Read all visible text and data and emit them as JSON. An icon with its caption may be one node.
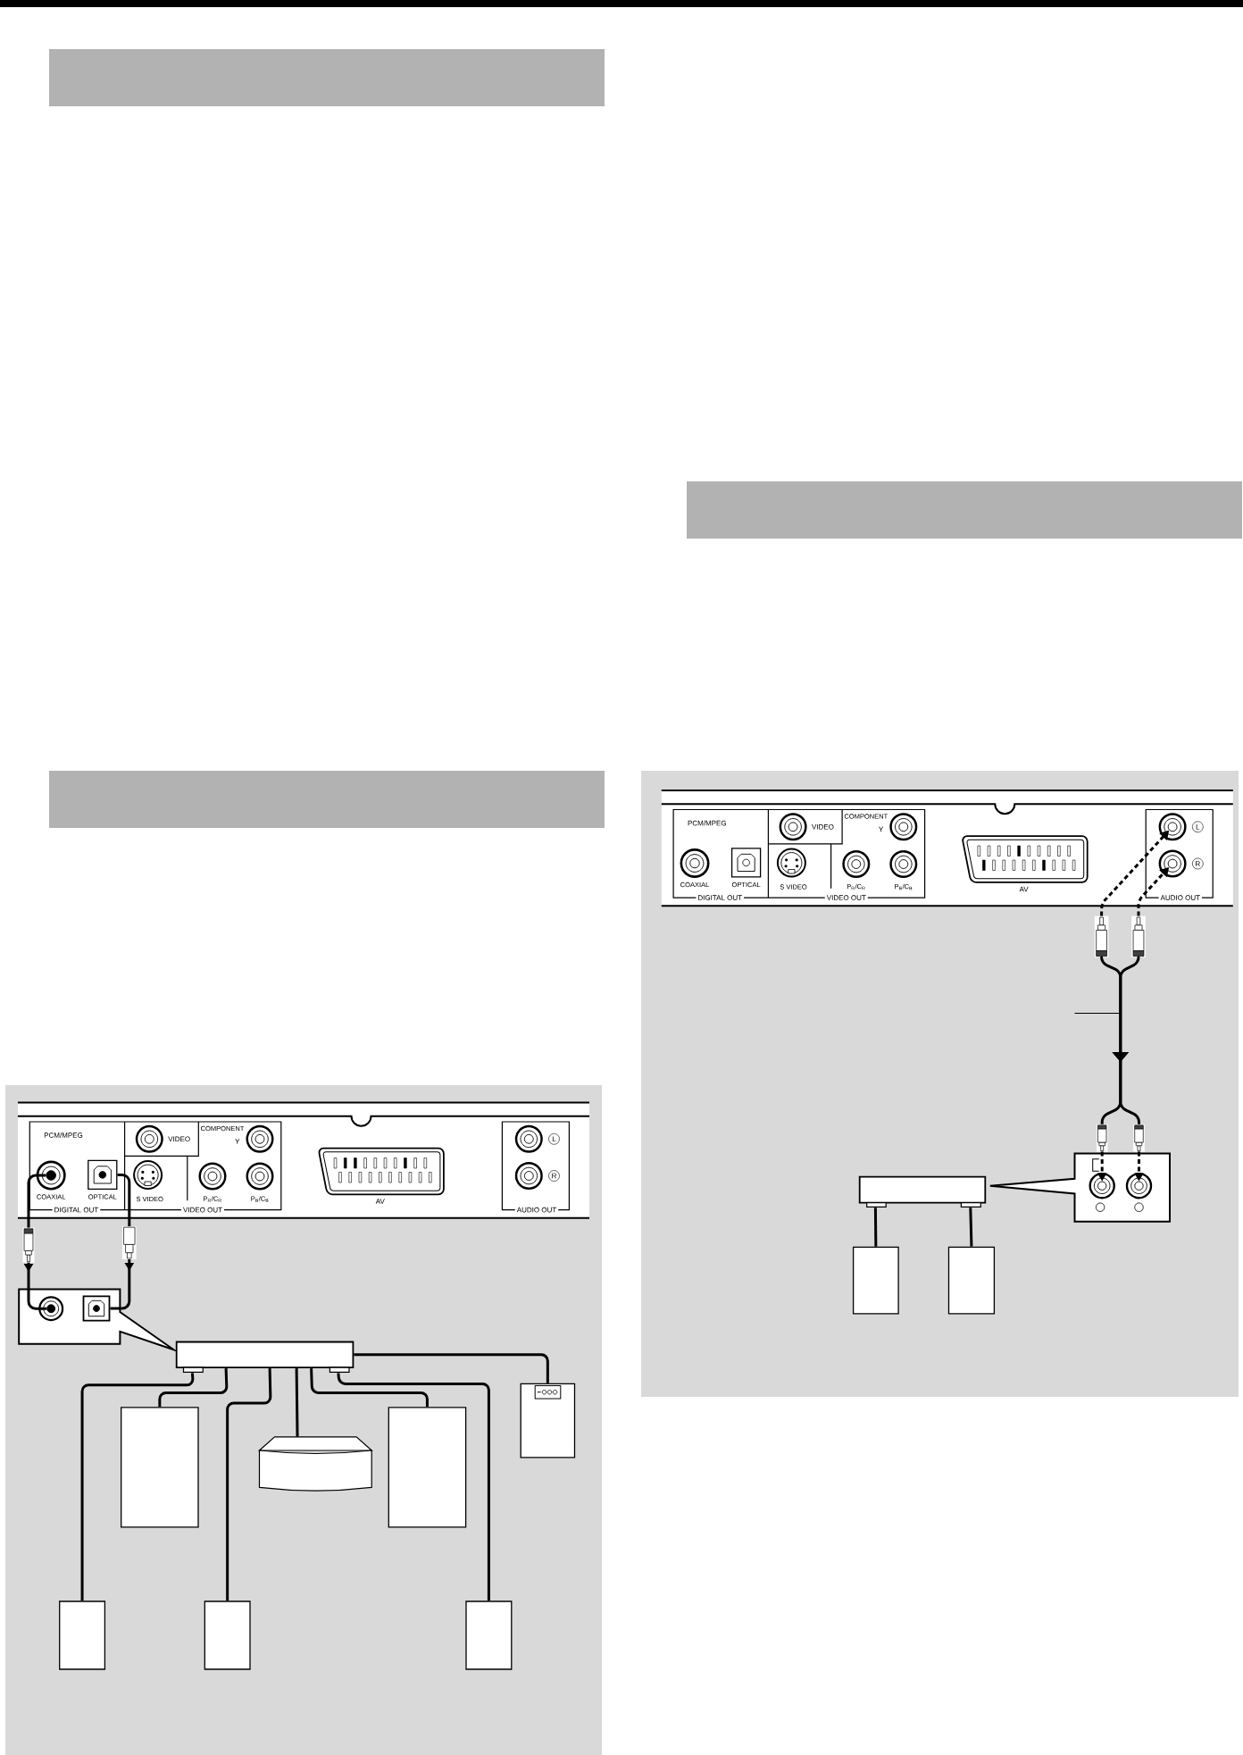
{
  "diagram": {
    "nodes": [
      {
        "text": [],
        "shape": "bar"
      },
      {
        "text": [],
        "shape": "bar"
      },
      {
        "text": [],
        "shape": "circle",
        "beside": [
          "VIDEO"
        ]
      },
      {
        "text": [],
        "shape": "circle",
        "beside": [
          "Y"
        ]
      },
      {
        "text": [],
        "shape": "circle",
        "beside": [
          "L"
        ]
      },
      {
        "text": [],
        "shape": "circle",
        "beside": [
          "COAXIAL"
        ]
      },
      {
        "text": [],
        "shape": "box",
        "beside": [
          "OPTICAL"
        ]
      },
      {
        "text": [],
        "shape": "circle",
        "beside": [
          "S VIDEO"
        ]
      },
      {
        "text": [],
        "shape": "circle",
        "beside": [
          "P$_{R}$/C$_{R}$"
        ]
      },
      {
        "text": [],
        "shape": "circle",
        "beside": [
          "P$_{B}$/C$_{B}$"
        ]
      },
      {
        "text": [],
        "shape": "connector",
        "beside": [
          "AV"
        ]
      },
      {
        "text": [],
        "shape": "circle",
        "beside": [
          "R"
        ]
      },
      {
        "text": [],
        "shape": "box"
      },
      {
        "text": [],
        "shape": "circle",
        "in": 12
      },
      {
        "text": [],
        "shape": "box",
        "in": 12
      },
      {
        "text": [],
        "shape": "box"
      },
      {
        "text": [],
        "shape": "box"
      },
      {
        "text": [],
        "shape": "box"
      },
      {
        "text": [],
        "shape": "box"
      },
      {
        "text": [],
        "shape": "box"
      },
      {
        "text": [],
        "shape": "box"
      },
      {
        "text": [],
        "shape": "box"
      },
      {
        "text": [],
        "shape": "box"
      },
      {
        "text": [],
        "shape": "bar"
      },
      {
        "text": [],
        "shape": "circle",
        "beside": [
          "VIDEO"
        ]
      },
      {
        "text": [],
        "shape": "circle",
        "beside": [
          "Y"
        ]
      },
      {
        "text": [],
        "shape": "circle",
        "beside": [
          "L"
        ]
      },
      {
        "text": [],
        "shape": "circle",
        "beside": [
          "COAXIAL"
        ]
      },
      {
        "text": [],
        "shape": "box",
        "beside": [
          "OPTICAL"
        ]
      },
      {
        "text": [],
        "shape": "circle",
        "beside": [
          "S VIDEO"
        ]
      },
      {
        "text": [],
        "shape": "circle",
        "beside": [
          "P$_{R}$/C$_{R}$"
        ]
      },
      {
        "text": [],
        "shape": "circle",
        "beside": [
          "P$_{B}$/C$_{B}$"
        ]
      },
      {
        "text": [],
        "shape": "connector",
        "beside": [
          "AV"
        ]
      },
      {
        "text": [],
        "shape": "circle",
        "beside": [
          "R"
        ]
      },
      {
        "text": [],
        "shape": "plug"
      },
      {
        "text": [],
        "shape": "plug"
      },
      {
        "text": [],
        "shape": "plug"
      },
      {
        "text": [],
        "shape": "plug"
      },
      {
        "text": [],
        "shape": "box"
      },
      {
        "text": [],
        "shape": "circle",
        "in": 38
      },
      {
        "text": [],
        "shape": "circle",
        "in": 38
      },
      {
        "text": [],
        "shape": "box"
      },
      {
        "text": [],
        "shape": "box"
      },
      {
        "text": [],
        "shape": "box"
      }
    ],
    "edges": [
      {
        "from": 5,
        "to": 13,
        "arrow": "to"
      },
      {
        "from": 6,
        "to": 14,
        "arrow": "to"
      },
      {
        "from": 15,
        "to": 20,
        "arrow": "none"
      },
      {
        "from": 15,
        "to": 16,
        "arrow": "none"
      },
      {
        "from": 15,
        "to": 21,
        "arrow": "none"
      },
      {
        "from": 15,
        "to": 17,
        "arrow": "none"
      },
      {
        "from": 15,
        "to": 18,
        "arrow": "none"
      },
      {
        "from": 15,
        "to": 22,
        "arrow": "none"
      },
      {
        "from": 15,
        "to": 19,
        "arrow": "none"
      },
      {
        "from": 34,
        "to": 26,
        "arrow": "to",
        "style": "dashed"
      },
      {
        "from": 35,
        "to": 33,
        "arrow": "to",
        "style": "dashed"
      },
      {
        "from": 34,
        "to": 36,
        "arrow": "to"
      },
      {
        "from": 35,
        "to": 37,
        "arrow": "to"
      },
      {
        "from": 36,
        "to": 39,
        "arrow": "to",
        "style": "dashed"
      },
      {
        "from": 37,
        "to": 40,
        "arrow": "to",
        "style": "dashed"
      },
      {
        "from": 41,
        "to": 42,
        "arrow": "none"
      },
      {
        "from": 41,
        "to": 43,
        "arrow": "none"
      }
    ],
    "labels": [
      "PCM/MPEG",
      "COMPONENT",
      "DIGITAL OUT",
      "VIDEO OUT",
      "AUDIO OUT",
      "PCM/MPEG",
      "COMPONENT",
      "DIGITAL OUT",
      "VIDEO OUT",
      "AUDIO OUT"
    ]
  }
}
